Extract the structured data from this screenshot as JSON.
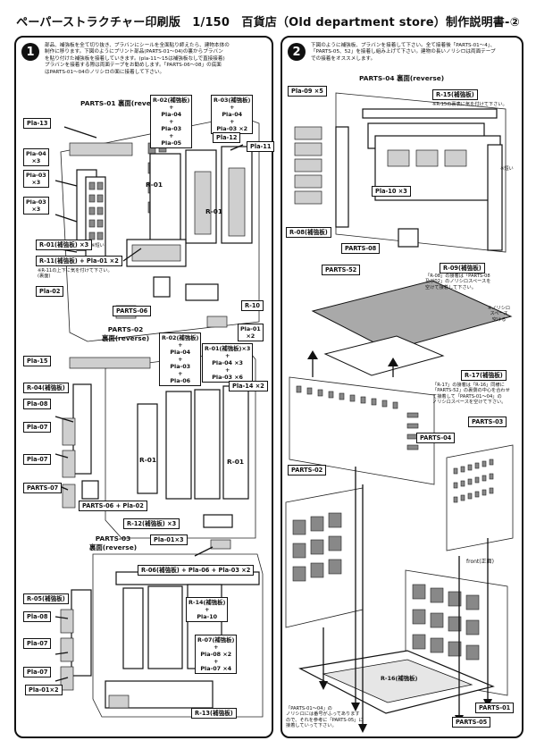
{
  "title": "ペーパーストラクチャー印刷版　1/150　百貨店（Old department store）制作説明書-②",
  "step1": {
    "number": "1",
    "instructions": "部品、補強板を全て切り抜き、プラバンにシールを全面貼り師えたら、建物本体の\n制作に移ります。下図のようにプリント部品(PARTS-01〜04)の裏からプラバン\nを貼り付けた補強板を接着していきます。(pla-11〜15は補強板なしで直接接着)\nプラバンを接着する際は両面テープをお勧めします。「PARTS-06〜08」の底面\nはPARTS-01〜04のノリシロの面に接着して下さい。",
    "section_parts01": "PARTS-01 裏面(reverse)",
    "section_parts02": "PARTS-02\n裏面(reverse)",
    "section_parts03": "PARTS-03\n裏面(reverse)",
    "labels": {
      "pla13": "Pla-13",
      "pla04x3": "Pla-04\n×3",
      "pla03x3a": "Pla-03\n×3",
      "pla03x3b": "Pla-03\n×3",
      "r02a": "R-02(補強板)\n+\nPla-04\n+\nPla-03\n+\nPla-05",
      "r03": "R-03(補強板)\n+\nPla-04\n+\nPla-03 ×2",
      "pla12": "Pla-12",
      "pla11": "Pla-11",
      "r01x3": "R-01(補強板) ×3",
      "r11": "R-11(補強板) + Pla-01 ×2",
      "r11note": "※R-11の上下に気を付けて下さい。\n(裏面)",
      "pla02": "Pla-02",
      "parts06": "PARTS-06",
      "r10": "R-10",
      "pla01x2": "Pla-01\n×2",
      "pla15": "Pla-15",
      "r02b": "R-02(補強板)\n+\nPla-04\n+\nPla-03\n+\nPla-06",
      "r01b": "R-01(補強板)×3\n+\nPla-04 ×3\n+\nPla-03 ×6",
      "r04": "R-04(補強板)",
      "pla14x2": "Pla-14 ×2",
      "pla08a": "Pla-08",
      "pla07a": "Pla-07",
      "pla07b": "Pla-07",
      "parts07": "PARTS-07",
      "parts06b": "PARTS-06 + Pla-02",
      "r12": "R-12(補強板) ×3",
      "pla01x3": "Pla-01×3",
      "r06": "R-06(補強板) + Pla-06 + Pla-03 ×2",
      "r05": "R-05(補強板)",
      "r14": "R-14(補強板)\n+\nPla-10",
      "pla08b": "Pla-08",
      "pla07c": "Pla-07",
      "r07": "R-07(補強板)\n+\nPla-08 ×2\n+\nPla-07 ×4",
      "pla07d": "Pla-07",
      "pla01x2b": "Pla-01×2",
      "r13": "R-13(補強板)",
      "short": "※短い",
      "r01inner1": "R-01",
      "r01inner2": "R-01",
      "r01inner3": "R-01",
      "r01inner4": "R-01"
    }
  },
  "step2": {
    "number": "2",
    "instructions": "下図のように補強板、プラバンを接着して下さい。全て接着後「PARTS-01〜4」、\n「PARTS-05、52」を接着し組み上げて下さい。建物の長いノリシロは両面テープ\nでの接着をオススメします。",
    "section_parts04": "PARTS-04 裏面(reverse)",
    "labels": {
      "pla09x5": "Pla-09 ×5",
      "r15": "R-15(補強板)",
      "r15note": "※R-15の裏表に気を付けて下さい。",
      "pla10x3": "Pla-10 ×3",
      "short2": "※短い",
      "r08": "R-08(補強板)",
      "parts08": "PARTS-08",
      "r09": "R-09(補強板)",
      "r08note": "「R-08」の接着は「PARTS-08\n及び02」のノリシロスペースを\n空けて接着して下さい。",
      "parts52": "PARTS-52",
      "norishiro": "※ノリシロ\nスペース\n空ける",
      "r17": "R-17(補強板)",
      "r17note": "「R-17」の接着は「R-16」同様に\n「PARTS-52」の裏側の中心を合わせ\nて接着して「PARTS-01〜04」の\nノリシロスペースを空けて下さい。",
      "parts04": "PARTS-04",
      "parts03": "PARTS-03",
      "parts02": "PARTS-02",
      "front": "front(正面)",
      "r16": "R-16(補強板)",
      "parts01": "PARTS-01",
      "parts05": "PARTS-05",
      "bottomnote": "「PARTS-01〜04」の\nノリシロには番号がふってあります\nので、それを参考に「PARTS-05」に\n接着していって下さい。"
    }
  }
}
